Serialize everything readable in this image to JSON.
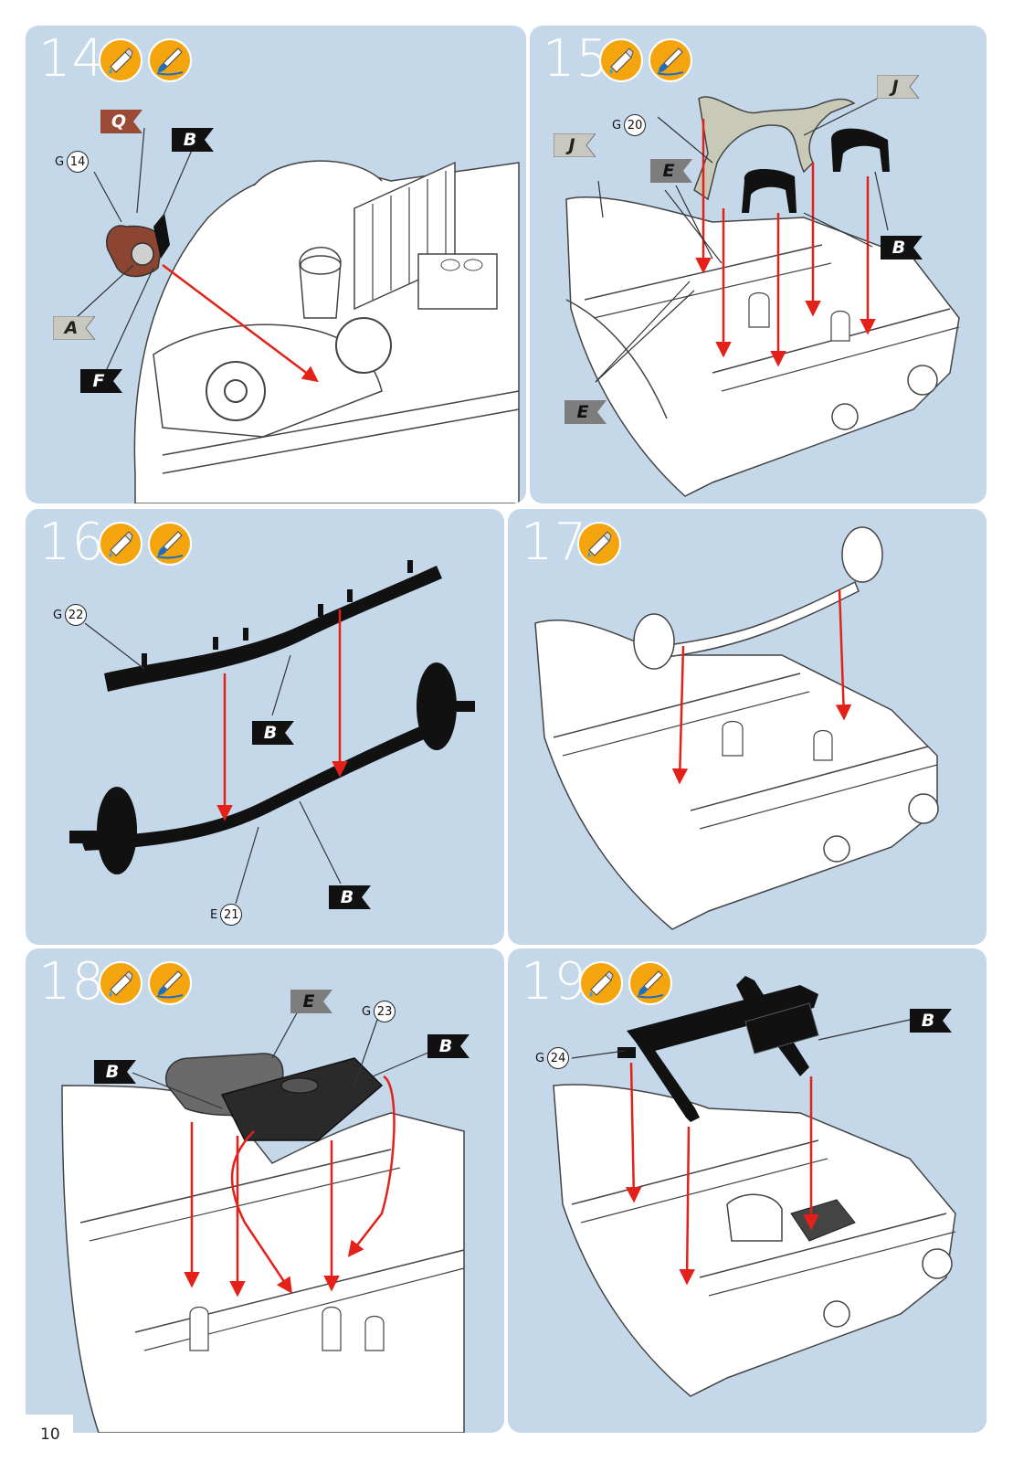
{
  "page": {
    "number": "10"
  },
  "legend": {
    "glue_icon": "glue-icon",
    "paint_icon": "paint-icon"
  },
  "colors": {
    "panel_bg": "#c4d8ea",
    "arrow": "#e32118",
    "accent": "#f4a50e",
    "flag_black": "#111111",
    "flag_grey": "#7d7d7d",
    "flag_light": "#c8c8c0",
    "flag_brown": "#9a4a35"
  },
  "steps": [
    {
      "number": "14",
      "icons": [
        "glue-icon",
        "paint-icon"
      ],
      "parts": [
        {
          "prefix": "G",
          "num": "14"
        }
      ],
      "colors": [
        "Q",
        "B",
        "A",
        "F"
      ]
    },
    {
      "number": "15",
      "icons": [
        "glue-icon",
        "paint-icon"
      ],
      "parts": [
        {
          "prefix": "G",
          "num": "20"
        }
      ],
      "colors": [
        "J",
        "J",
        "E",
        "E",
        "B"
      ]
    },
    {
      "number": "16",
      "icons": [
        "glue-icon",
        "paint-icon"
      ],
      "parts": [
        {
          "prefix": "G",
          "num": "22"
        },
        {
          "prefix": "E",
          "num": "21"
        }
      ],
      "colors": [
        "B",
        "B"
      ]
    },
    {
      "number": "17",
      "icons": [
        "glue-icon"
      ],
      "parts": [],
      "colors": []
    },
    {
      "number": "18",
      "icons": [
        "glue-icon",
        "paint-icon"
      ],
      "parts": [
        {
          "prefix": "G",
          "num": "23"
        }
      ],
      "colors": [
        "E",
        "B",
        "B"
      ]
    },
    {
      "number": "19",
      "icons": [
        "glue-icon",
        "paint-icon"
      ],
      "parts": [
        {
          "prefix": "G",
          "num": "24"
        }
      ],
      "colors": [
        "B"
      ]
    }
  ]
}
